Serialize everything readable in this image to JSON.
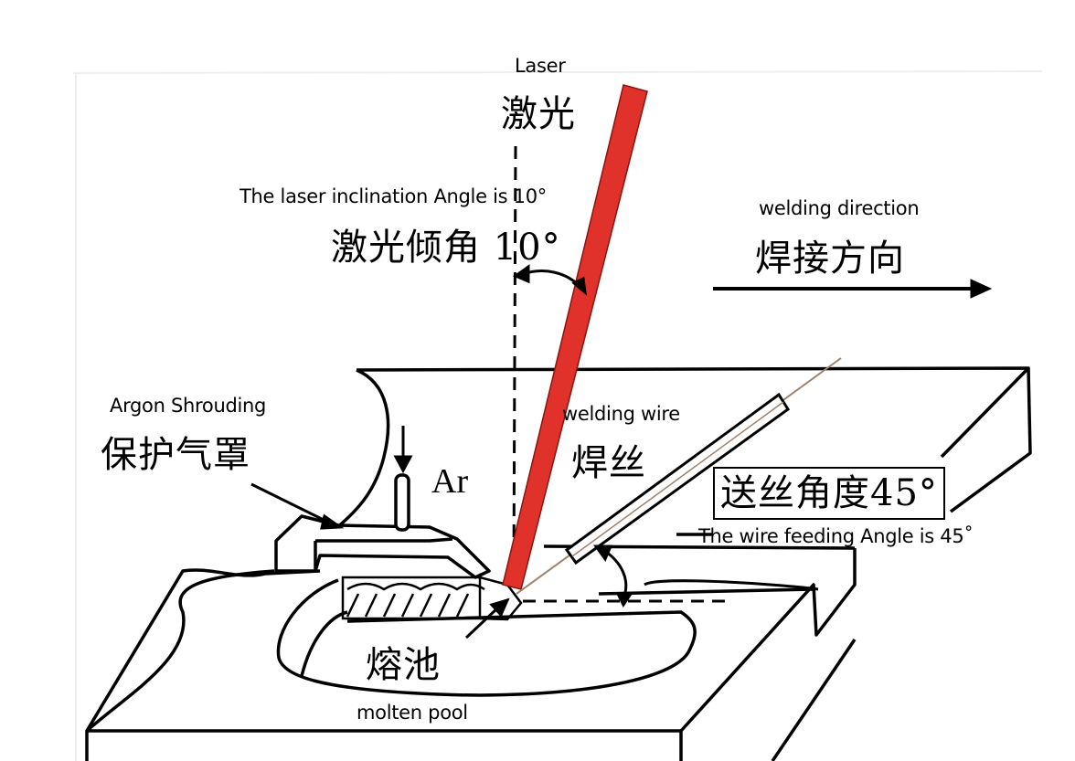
{
  "diagram": {
    "title": "Laser-arc hybrid welding schematic",
    "colors": {
      "laser_beam": "#e0312b",
      "laser_outline": "#8a1510",
      "line": "#000000",
      "wire_core": "#a0826a",
      "background": "#ffffff"
    },
    "labels": {
      "laser_en": "Laser",
      "laser_zh": "激光",
      "laser_angle_en": "The laser inclination Angle is 10°",
      "laser_angle_zh": "激光倾角 10°",
      "welding_direction_en": "welding direction",
      "welding_direction_zh": "焊接方向",
      "argon_shroud_en": "Argon Shrouding",
      "argon_shroud_zh": "保护气罩",
      "argon_symbol": "Ar",
      "welding_wire_en": "welding wire",
      "welding_wire_zh": "焊丝",
      "wire_angle_zh": "送丝角度45°",
      "wire_angle_en": "The wire feeding Angle is 45˚",
      "molten_pool_zh": "熔池",
      "molten_pool_en": "molten pool"
    },
    "parameters": {
      "laser_inclination_deg": 10,
      "wire_feeding_angle_deg": 45
    }
  }
}
